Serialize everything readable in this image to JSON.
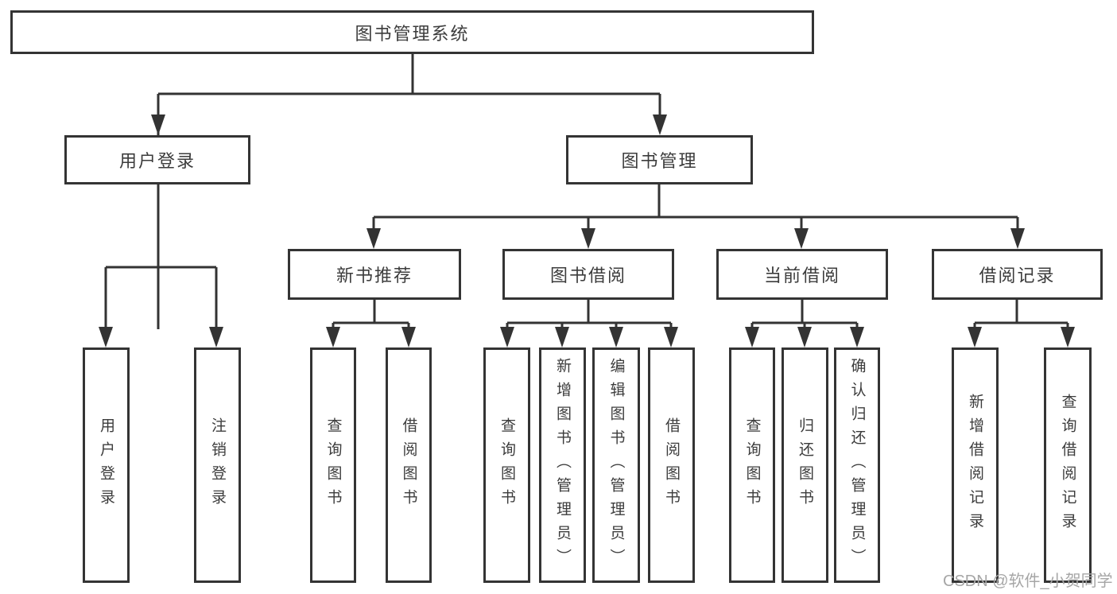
{
  "nodes": {
    "root": "图书管理系统",
    "user_login": "用户登录",
    "book_mgmt": "图书管理",
    "new_book": "新书推荐",
    "book_borrow": "图书借阅",
    "current_borrow": "当前借阅",
    "borrow_record": "借阅记录",
    "leaf_user_login": "用户登录",
    "leaf_logout": "注销登录",
    "leaf_nb_query": "查询图书",
    "leaf_nb_borrow": "借阅图书",
    "leaf_bb_query": "查询图书",
    "leaf_bb_add": "新增图书（管理员）",
    "leaf_bb_edit": "编辑图书（管理员）",
    "leaf_bb_borrow": "借阅图书",
    "leaf_cb_query": "查询图书",
    "leaf_cb_return": "归还图书",
    "leaf_cb_confirm": "确认归还（管理员）",
    "leaf_br_add": "新增借阅记录",
    "leaf_br_query": "查询借阅记录"
  },
  "edges": [
    {
      "parent": "图书管理系统",
      "children": [
        "用户登录",
        "图书管理"
      ]
    },
    {
      "parent": "用户登录",
      "children": [
        "用户登录",
        "注销登录"
      ]
    },
    {
      "parent": "图书管理",
      "children": [
        "新书推荐",
        "图书借阅",
        "当前借阅",
        "借阅记录"
      ]
    },
    {
      "parent": "新书推荐",
      "children": [
        "查询图书",
        "借阅图书"
      ]
    },
    {
      "parent": "图书借阅",
      "children": [
        "查询图书",
        "新增图书（管理员）",
        "编辑图书（管理员）",
        "借阅图书"
      ]
    },
    {
      "parent": "当前借阅",
      "children": [
        "查询图书",
        "归还图书",
        "确认归还（管理员）"
      ]
    },
    {
      "parent": "借阅记录",
      "children": [
        "新增借阅记录",
        "查询借阅记录"
      ]
    }
  ],
  "watermark": "CSDN @软件_小贺同学",
  "colors": {
    "line": "#333333",
    "border": "#343434",
    "text": "#3c3c3c",
    "watermark": "#a6a6a6",
    "background": "#ffffff"
  }
}
